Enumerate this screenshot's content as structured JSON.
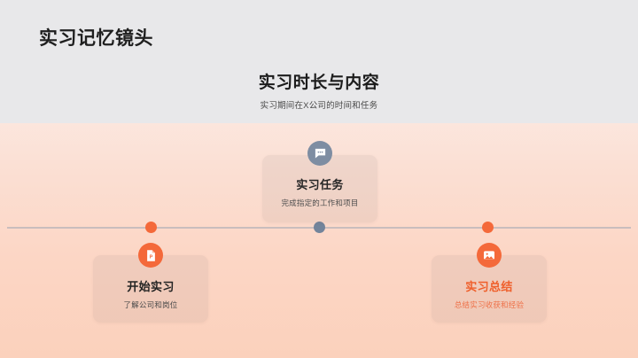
{
  "slide": {
    "page_title": "实习记忆镜头",
    "section_title": "实习时长与内容",
    "section_subtitle": "实习期间在X公司的时间和任务",
    "colors": {
      "header_band": "#e8e8ea",
      "accent_orange": "#f4693a",
      "accent_slate": "#7e8da2",
      "axis_line": "#c9bdbd",
      "bg_top": "#fdf4f1",
      "bg_bottom": "#fbd1bc"
    }
  },
  "timeline": {
    "milestones": [
      {
        "id": "start",
        "title": "开始实习",
        "description": "了解公司和岗位",
        "icon": "document-p-icon",
        "color": "#f4693a",
        "position": "below"
      },
      {
        "id": "task",
        "title": "实习任务",
        "description": "完成指定的工作和项目",
        "icon": "chat-bubble-icon",
        "color": "#7e8da2",
        "position": "above"
      },
      {
        "id": "summary",
        "title": "实习总结",
        "description": "总结实习收获和经验",
        "icon": "image-picture-icon",
        "color": "#f4693a",
        "position": "below"
      }
    ]
  }
}
